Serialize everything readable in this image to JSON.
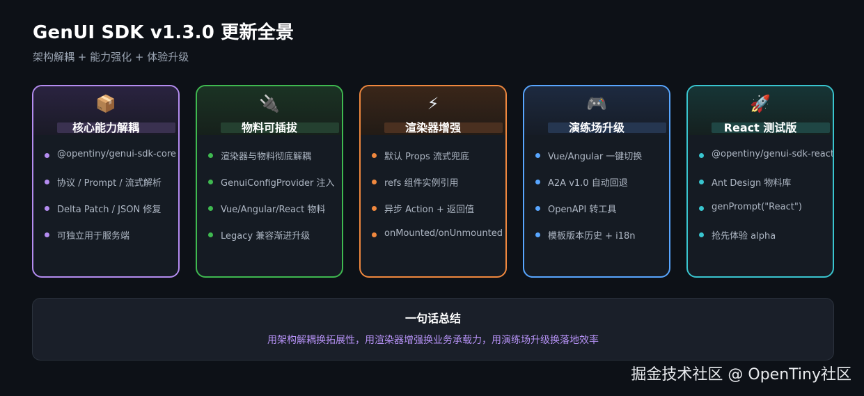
{
  "header": {
    "title": "GenUI SDK v1.3.0 更新全景",
    "subtitle": "架构解耦 + 能力强化 + 体验升级"
  },
  "cards": [
    {
      "icon": "package-icon",
      "glyph": "📦",
      "title": "核心能力解耦",
      "color": "#b48cf0",
      "items": [
        "@opentiny/genui-sdk-core",
        "协议 / Prompt / 流式解析",
        "Delta Patch / JSON 修复",
        "可独立用于服务端"
      ]
    },
    {
      "icon": "plug-icon",
      "glyph": "🔌",
      "title": "物料可插拔",
      "color": "#3fb950",
      "items": [
        "渲染器与物料彻底解耦",
        "GenuiConfigProvider 注入",
        "Vue/Angular/React 物料",
        "Legacy 兼容渐进升级"
      ]
    },
    {
      "icon": "lightning-icon",
      "glyph": "⚡",
      "title": "渲染器增强",
      "color": "#f0883e",
      "items": [
        "默认 Props 流式兜底",
        "refs 组件实例引用",
        "异步 Action + 返回值",
        "onMounted/onUnmounted"
      ]
    },
    {
      "icon": "gamepad-icon",
      "glyph": "🎮",
      "title": "演练场升级",
      "color": "#58a6ff",
      "items": [
        "Vue/Angular 一键切换",
        "A2A v1.0 自动回退",
        "OpenAPI 转工具",
        "模板版本历史 + i18n"
      ]
    },
    {
      "icon": "rocket-icon",
      "glyph": "🚀",
      "title": "React 测试版",
      "color": "#39c5cf",
      "items": [
        "@opentiny/genui-sdk-react",
        "Ant Design 物料库",
        "genPrompt(\"React\")",
        "抢先体验 alpha"
      ]
    }
  ],
  "summary": {
    "title": "一句话总结",
    "text": "用架构解耦换拓展性，用渲染器增强换业务承载力，用演练场升级换落地效率"
  },
  "watermark": "掘金技术社区 @ OpenTiny社区"
}
